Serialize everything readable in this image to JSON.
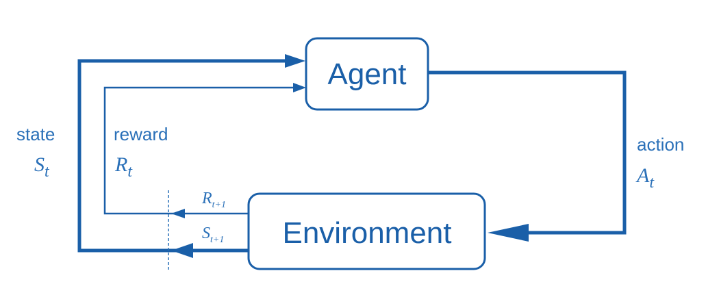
{
  "agent": {
    "label": "Agent"
  },
  "environment": {
    "label": "Environment"
  },
  "state": {
    "word": "state",
    "symbol": "S",
    "subscript": "t"
  },
  "reward": {
    "word": "reward",
    "symbol": "R",
    "subscript": "t"
  },
  "action": {
    "word": "action",
    "symbol": "A",
    "subscript": "t"
  },
  "next_reward": {
    "symbol": "R",
    "subscript": "t+1"
  },
  "next_state": {
    "symbol": "S",
    "subscript": "t+1"
  },
  "colors": {
    "line": "#1a5fa8",
    "text": "#2a70b8"
  }
}
